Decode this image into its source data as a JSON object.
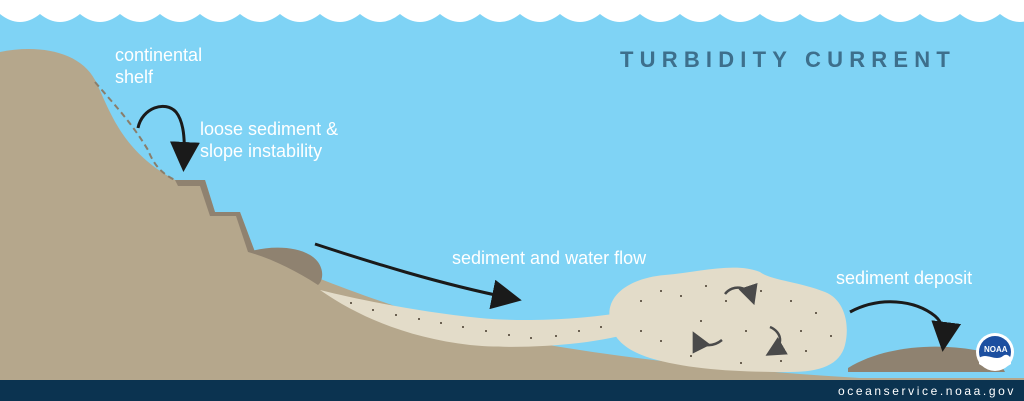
{
  "title": "TURBIDITY CURRENT",
  "labels": {
    "continental_shelf": [
      "continental",
      "shelf"
    ],
    "loose_sediment": [
      "loose sediment &",
      "slope instability"
    ],
    "flow": "sediment and water flow",
    "deposit": "sediment deposit"
  },
  "footer": {
    "url": "oceanservice.noaa.gov",
    "logo_text": "NOAA"
  },
  "colors": {
    "water": "#7fd3f5",
    "land": "#b5a78c",
    "land_dark": "#8f8270",
    "sediment": "#e3dcc9",
    "footer_bar": "#0b3350",
    "title": "#3d6f8c",
    "arrow": "#1a1a1a"
  },
  "icons": [
    "wave-icon",
    "noaa-logo-icon",
    "arrow-icon"
  ]
}
